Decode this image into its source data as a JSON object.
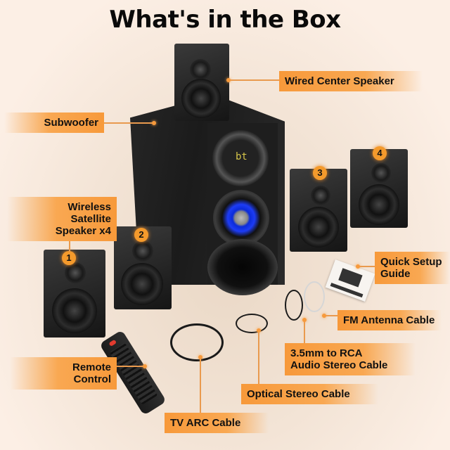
{
  "title": "What's in the Box",
  "colors": {
    "background": "#fcefe5",
    "label_orange": "#f7993a",
    "leader_line": "#e99a4e",
    "title_text": "#0a0a0a",
    "led_blue": "#1d3cf5",
    "display_yellow": "#d6c64a"
  },
  "labels": {
    "center_speaker": "Wired Center Speaker",
    "subwoofer": "Subwoofer",
    "satellite_line1": "Wireless Satellite",
    "satellite_line2": "Speaker x4",
    "quick_guide_line1": "Quick Setup",
    "quick_guide_line2": "Guide",
    "fm_antenna": "FM Antenna Cable",
    "rca_line1": "3.5mm to RCA",
    "rca_line2": "Audio Stereo Cable",
    "remote": "Remote Control",
    "optical": "Optical Stereo Cable",
    "tv_arc": "TV ARC Cable"
  },
  "speaker_badges": [
    "1",
    "2",
    "3",
    "4"
  ],
  "subwoofer_display": "bt"
}
